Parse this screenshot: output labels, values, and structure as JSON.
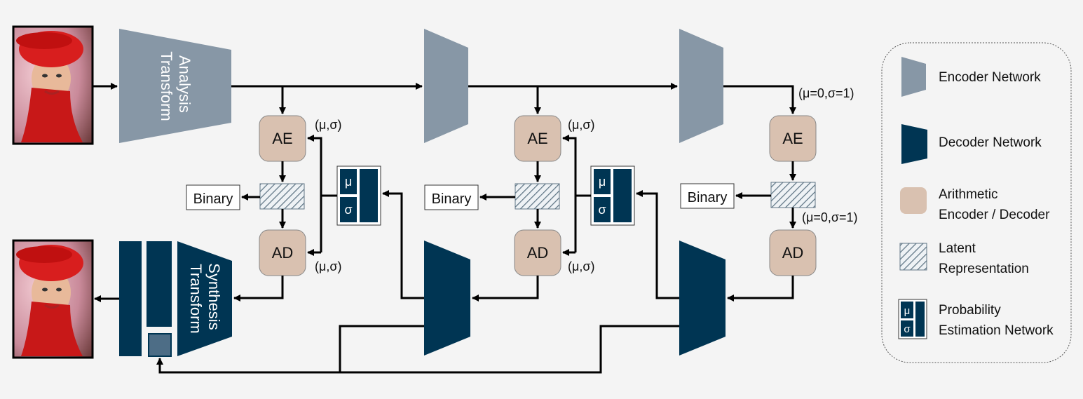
{
  "colors": {
    "encoder": "#8797a6",
    "decoder": "#003553",
    "arithmetic": "#d9c1b0",
    "background": "#f4f4f4",
    "line": "#000000"
  },
  "labels": {
    "analysis": [
      "Analysis",
      "Transform"
    ],
    "synthesis": [
      "Synthesis",
      "Transform"
    ],
    "ae": "AE",
    "ad": "AD",
    "binary": "Binary",
    "mu": "μ",
    "sigma": "σ",
    "mu_sigma": "(μ,σ)",
    "standard_normal": "(μ=0,σ=1)"
  },
  "legend": [
    {
      "icon": "encoder-network-icon",
      "lines": [
        "Encoder Network"
      ]
    },
    {
      "icon": "decoder-network-icon",
      "lines": [
        "Decoder Network"
      ]
    },
    {
      "icon": "arithmetic-coder-icon",
      "lines": [
        "Arithmetic",
        "Encoder / Decoder"
      ]
    },
    {
      "icon": "latent-representation-icon",
      "lines": [
        "Latent",
        "Representation"
      ]
    },
    {
      "icon": "probability-network-icon",
      "lines": [
        "Probability",
        "Estimation Network"
      ]
    }
  ],
  "images": {
    "input": "input-portrait-image",
    "output": "reconstructed-portrait-image"
  }
}
